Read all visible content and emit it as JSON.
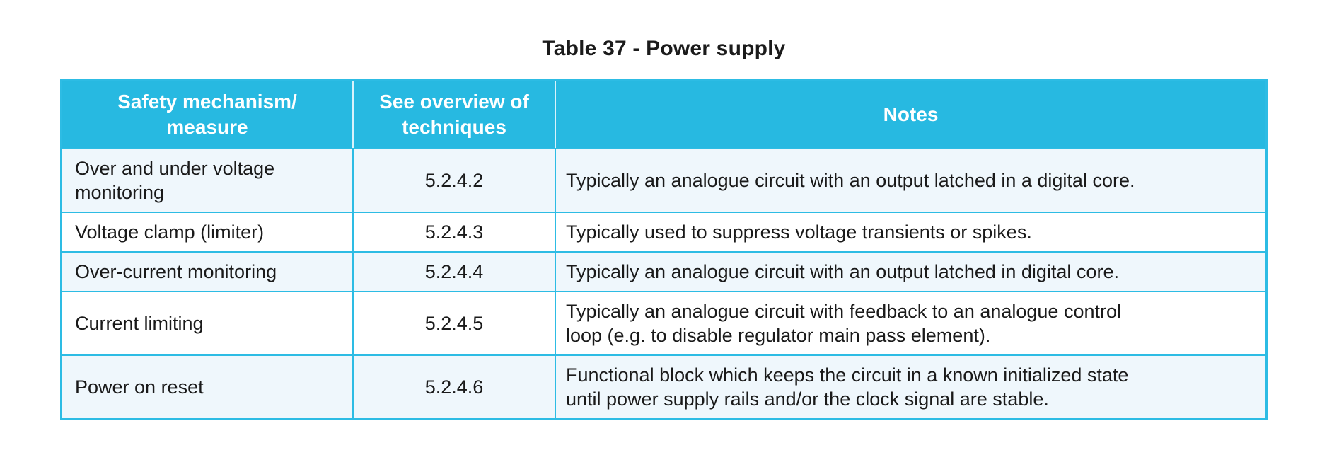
{
  "page": {
    "title": "Table 37 - Power supply"
  },
  "table": {
    "columns": [
      {
        "label": "Safety mechanism/\nmeasure"
      },
      {
        "label": "See overview of\ntechniques"
      },
      {
        "label": "Notes"
      }
    ],
    "rows": [
      {
        "mechanism": "Over and under voltage\nmonitoring",
        "technique": "5.2.4.2",
        "note": "Typically an analogue circuit with an output latched in a digital core."
      },
      {
        "mechanism": "Voltage clamp (limiter)",
        "technique": "5.2.4.3",
        "note": "Typically used to suppress voltage transients or spikes."
      },
      {
        "mechanism": "Over-current monitoring",
        "technique": "5.2.4.4",
        "note": "Typically an analogue circuit with an output latched in digital core."
      },
      {
        "mechanism": "Current limiting",
        "technique": "5.2.4.5",
        "note": "Typically an analogue circuit with feedback to an analogue control\nloop (e.g. to disable regulator main pass element)."
      },
      {
        "mechanism": "Power on reset",
        "technique": "5.2.4.6",
        "note": "Functional block which keeps the circuit in a known initialized state\nuntil power supply rails and/or the clock signal are stable."
      }
    ]
  },
  "colors": {
    "header_bg": "#27b9e1",
    "table_border": "#2dbce4",
    "alt_row_bg": "#eff7fc",
    "header_text": "#ffffff",
    "body_text": "#1a1a1a"
  }
}
